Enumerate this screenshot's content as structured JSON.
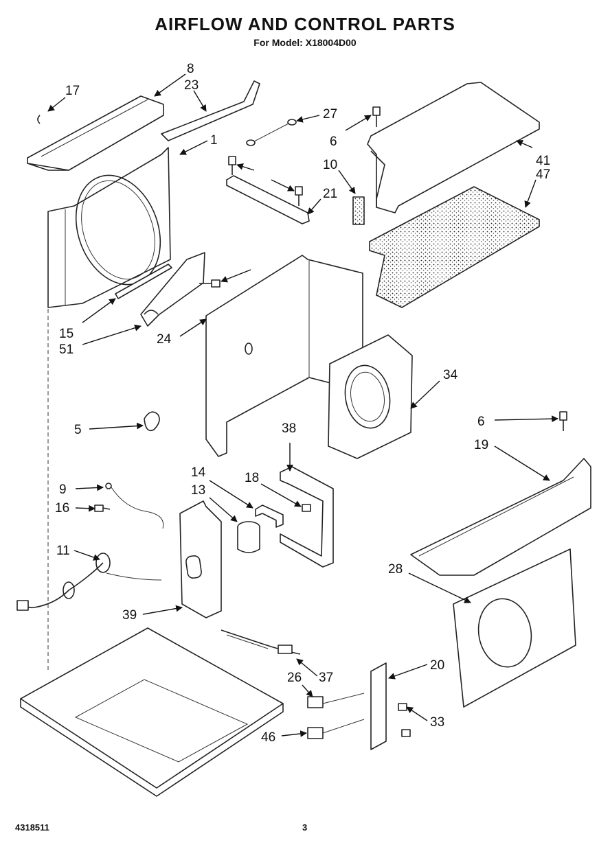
{
  "header": {
    "title": "AIRFLOW AND CONTROL PARTS",
    "subtitle": "For Model: X18004D00"
  },
  "footer": {
    "doc_number": "4318511",
    "page_number": "3"
  },
  "callouts": [
    "8",
    "17",
    "23",
    "1",
    "27",
    "6",
    "41",
    "47",
    "10",
    "21",
    "15",
    "51",
    "24",
    "34",
    "5",
    "38",
    "6",
    "19",
    "9",
    "16",
    "14",
    "13",
    "18",
    "11",
    "28",
    "39",
    "20",
    "37",
    "26",
    "33",
    "46"
  ]
}
